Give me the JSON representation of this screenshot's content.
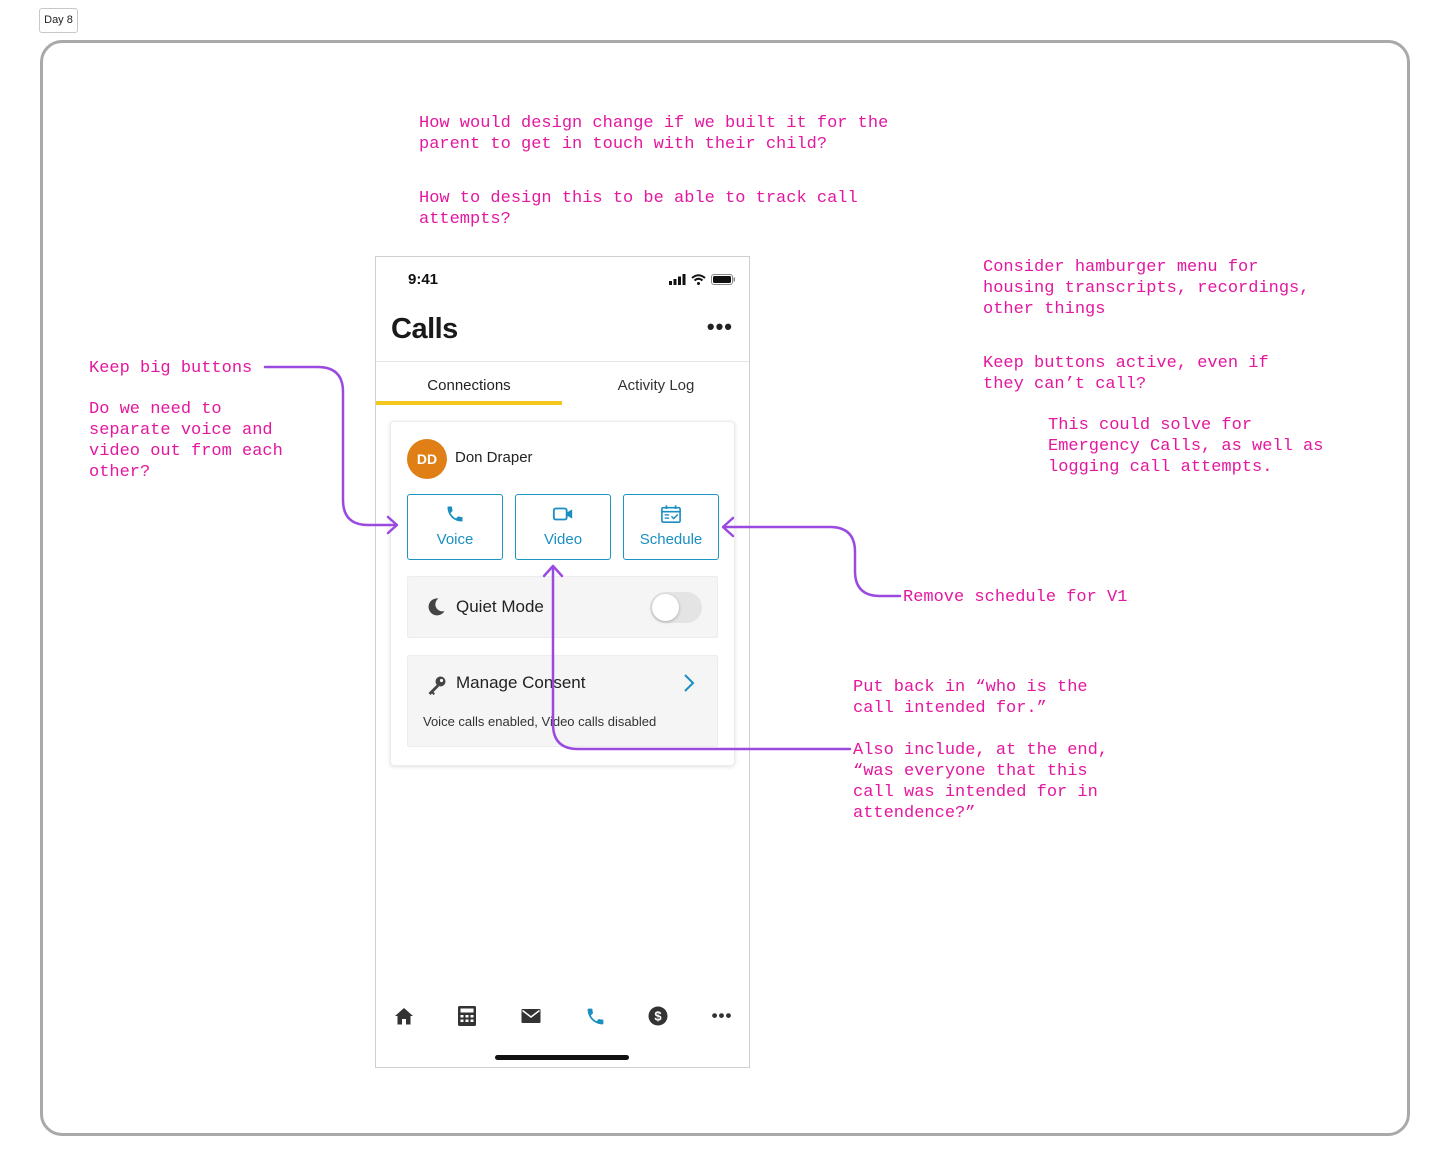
{
  "day_tag": "Day 8",
  "notes": {
    "parent": "How would design change if we built it for the\nparent to get in touch with their child?",
    "track": "How to design this to be able to track call\nattempts?",
    "hamburger": "Consider hamburger menu for\nhousing transcripts, recordings,\nother things",
    "keep_active": "Keep buttons active, even if\nthey can’t call?",
    "solve": "This could solve for\nEmergency Calls, as well as\nlogging call attempts.",
    "keep_big": "Keep big buttons",
    "separate": "Do we need to\nseparate voice and\nvideo out from each\nother?",
    "remove_schedule": "Remove schedule for V1",
    "put_back": "Put back in “who is the\ncall intended for.”",
    "also_include": "Also include, at the end,\n“was everyone that this\ncall was intended for in\nattendence?”"
  },
  "phone": {
    "status_time": "9:41",
    "title": "Calls",
    "more_label": "•••",
    "tabs": [
      {
        "label": "Connections",
        "active": true
      },
      {
        "label": "Activity Log",
        "active": false
      }
    ],
    "contact": {
      "initials": "DD",
      "name": "Don Draper",
      "avatar_color": "#e07f15"
    },
    "actions": [
      {
        "label": "Voice",
        "icon": "phone-icon"
      },
      {
        "label": "Video",
        "icon": "video-camera-icon"
      },
      {
        "label": "Schedule",
        "icon": "calendar-icon"
      }
    ],
    "quiet_mode": {
      "label": "Quiet Mode",
      "icon": "moon-icon",
      "enabled": false
    },
    "consent": {
      "label": "Manage Consent",
      "icon": "key-icon",
      "subtitle": "Voice calls enabled, Video calls disabled"
    },
    "nav": [
      "home-icon",
      "calculator-icon",
      "mail-icon",
      "phone-icon",
      "dollar-icon",
      "more-icon"
    ],
    "nav_active": "phone-icon",
    "nav_more_label": "•••"
  },
  "colors": {
    "note": "#e3189e",
    "arrow": "#9b4ae0",
    "accent": "#1b8fc0",
    "tab_underline": "#f2c81d"
  }
}
